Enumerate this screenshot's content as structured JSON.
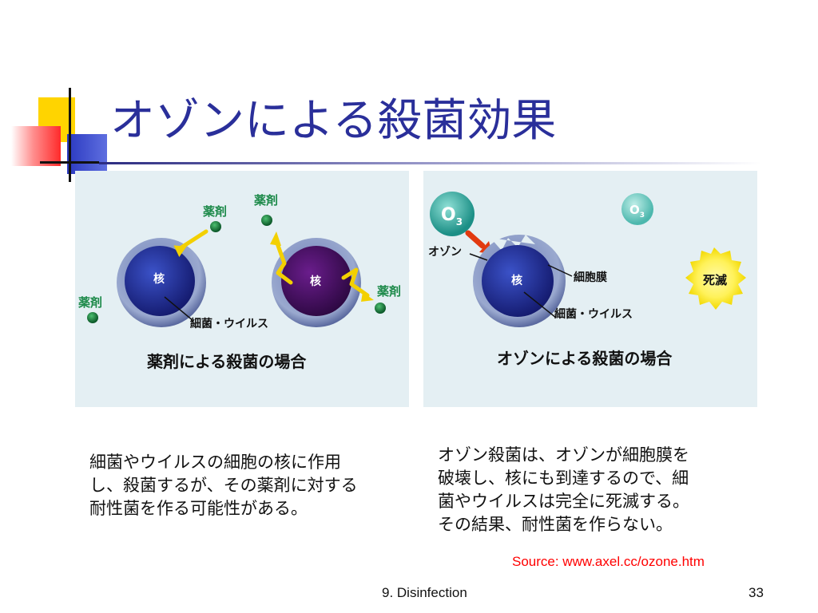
{
  "slide": {
    "title": "オゾンによる殺菌効果",
    "footer": "9. Disinfection",
    "page_number": "33",
    "source": "Source: www.axel.cc/ozone.htm"
  },
  "left_panel": {
    "drug_label_1": "薬剤",
    "drug_label_2": "薬剤",
    "drug_label_3": "薬剤",
    "drug_label_4": "薬剤",
    "nucleus_label_1": "核",
    "nucleus_label_2": "核",
    "bacteria_label": "細菌・ウイルス",
    "caption": "薬剤による殺菌の場合",
    "description": "細菌やウイルスの細胞の核に作用\nし、殺菌するが、その薬剤に対する\n耐性菌を作る可能性がある。"
  },
  "right_panel": {
    "ozone_label": "オゾン",
    "o3_label_main": "O",
    "o3_sub_main": "3",
    "o3_label_small": "O",
    "o3_sub_small": "3",
    "nucleus_label": "核",
    "membrane_label": "細胞膜",
    "bacteria_label": "細菌・ウイルス",
    "death_label": "死滅",
    "caption": "オゾンによる殺菌の場合",
    "description": "オゾン殺菌は、オゾンが細胞膜を\n破壊し、核にも到達するので、細\n菌やウイルスは完全に死滅する。\nその結果、耐性菌を作らない。"
  },
  "colors": {
    "title": "#2a2f9a",
    "source": "#ff0000",
    "drug_label": "#1d8a4a",
    "arrow_yellow": "#f3d000",
    "arrow_red": "#e23a10",
    "panel_bg": "#e4eff3"
  }
}
